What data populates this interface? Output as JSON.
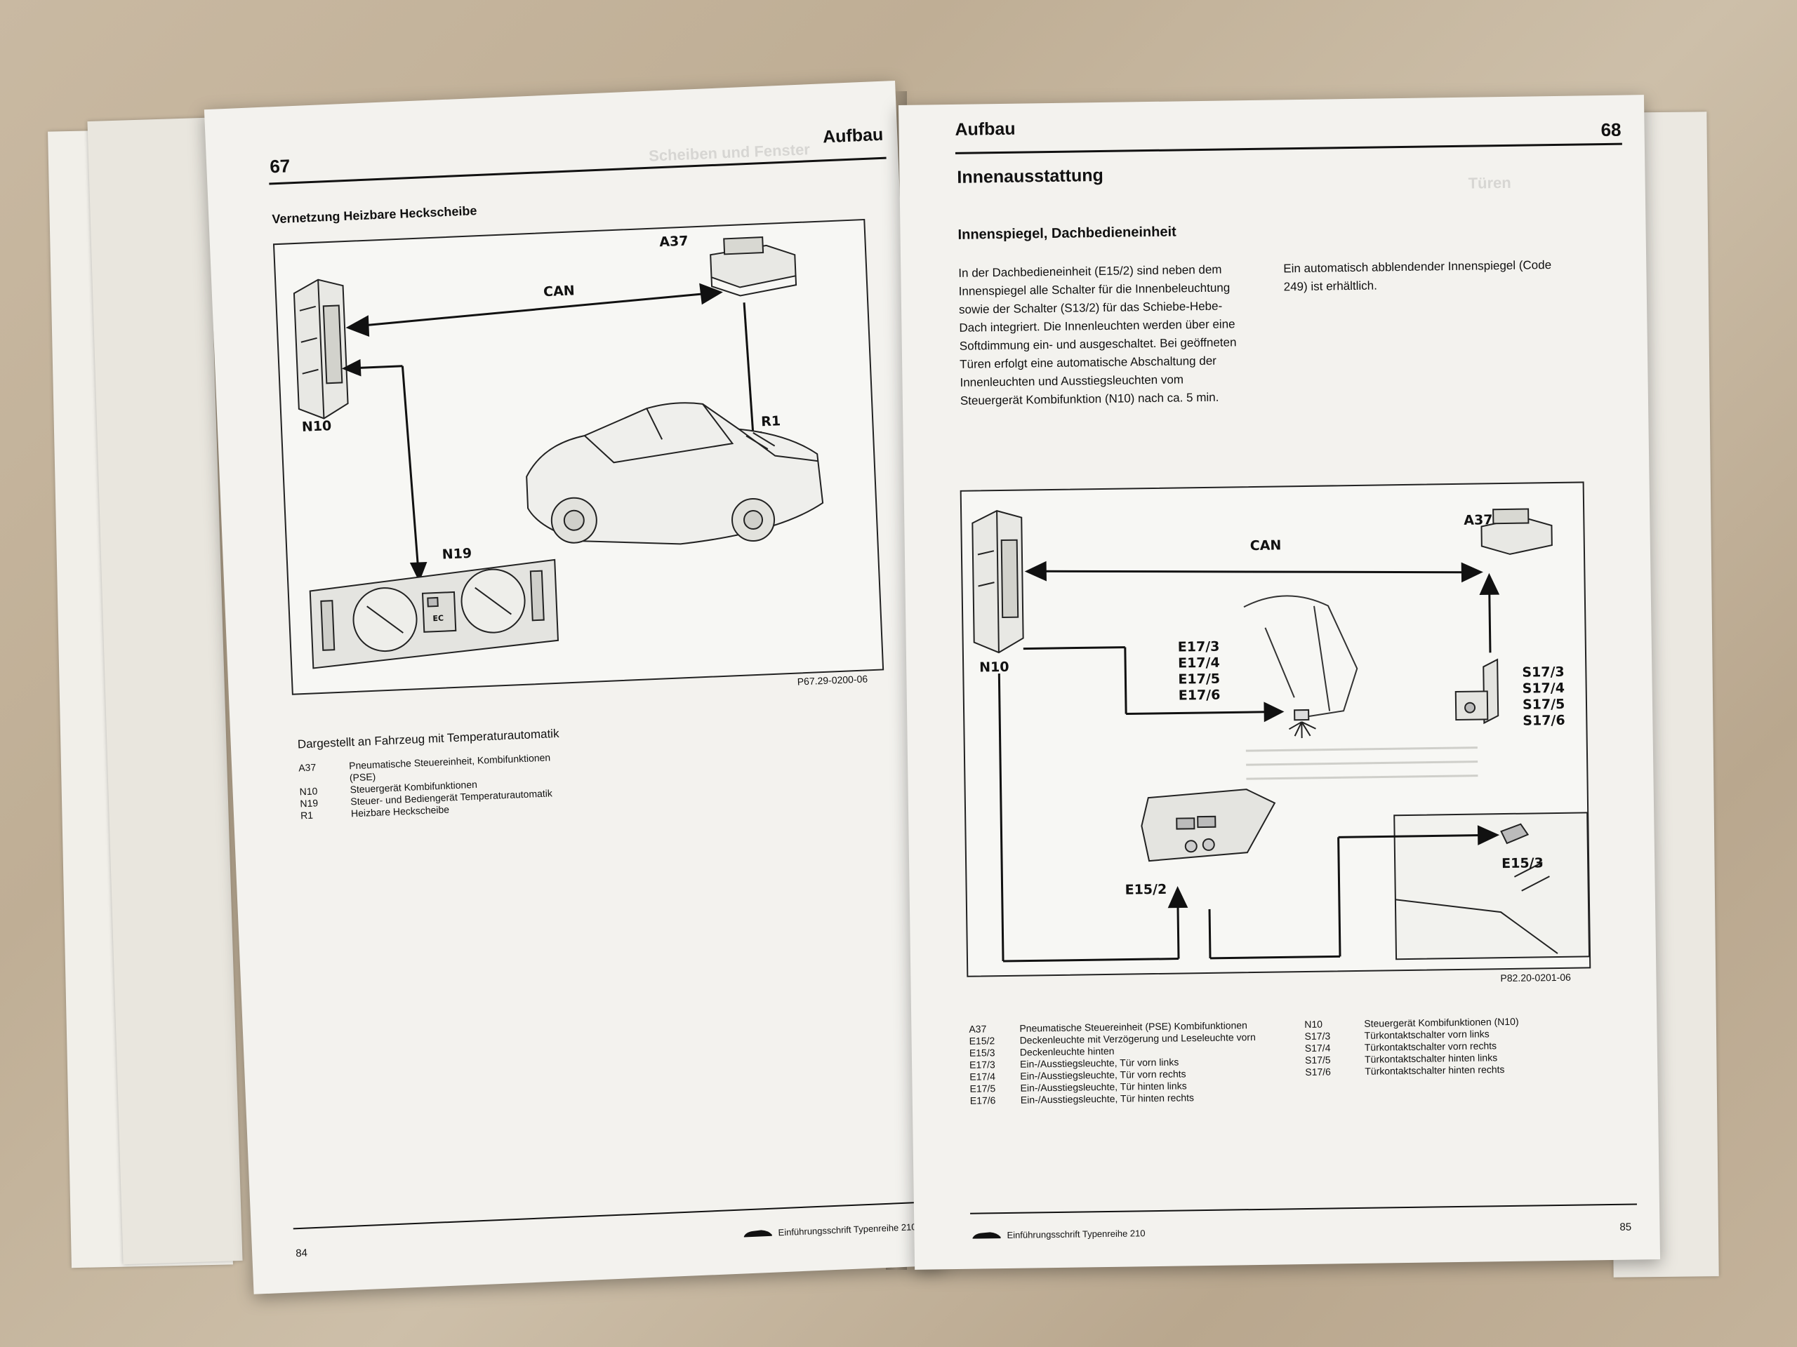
{
  "left_page": {
    "page_number": "67",
    "section": "Aufbau",
    "caption": "Vernetzung Heizbare Heckscheibe",
    "figure": {
      "labels": {
        "a37": "A37",
        "can": "CAN",
        "n10": "N10",
        "r1": "R1",
        "n19": "N19",
        "ec": "EC"
      },
      "ref": "P67.29-0200-06"
    },
    "legend_title": "Dargestellt an Fahrzeug mit Temperaturautomatik",
    "legend": [
      {
        "code": "A37",
        "desc": "Pneumatische Steuereinheit, Kombifunktionen (PSE)"
      },
      {
        "code": "N10",
        "desc": "Steuergerät Kombifunktionen"
      },
      {
        "code": "N19",
        "desc": "Steuer- und Bediengerät Temperaturautomatik"
      },
      {
        "code": "R1",
        "desc": "Heizbare Heckscheibe"
      }
    ],
    "footer_number": "84",
    "footer_title": "Einführungsschrift Typenreihe 210"
  },
  "right_page": {
    "page_number": "68",
    "section": "Aufbau",
    "heading": "Innenausstattung",
    "subheading": "Innenspiegel, Dachbedieneinheit",
    "paragraph_1": "In der Dachbedieneinheit (E15/2) sind neben dem Innenspiegel alle Schalter für die Innenbeleuchtung sowie der Schalter (S13/2) für das Schiebe-Hebe-Dach integriert. Die Innenleuchten werden über eine Softdimmung ein- und ausgeschaltet. Bei geöffneten Türen erfolgt eine automatische Abschaltung der Innenleuchten und Ausstiegsleuchten vom Steuergerät Kombifunktion (N10) nach ca. 5 min.",
    "paragraph_2": "Ein automatisch abblendender Innenspiegel (Code 249) ist erhältlich.",
    "figure": {
      "labels": {
        "a37": "A37",
        "can": "CAN",
        "n10": "N10",
        "e17": [
          "E17/3",
          "E17/4",
          "E17/5",
          "E17/6"
        ],
        "s17": [
          "S17/3",
          "S17/4",
          "S17/5",
          "S17/6"
        ],
        "e152": "E15/2",
        "e153": "E15/3"
      },
      "ref": "P82.20-0201-06"
    },
    "legend_left": [
      {
        "code": "A37",
        "desc": "Pneumatische Steuereinheit (PSE) Kombifunktionen"
      },
      {
        "code": "E15/2",
        "desc": "Deckenleuchte mit Verzögerung und Leseleuchte vorn"
      },
      {
        "code": "E15/3",
        "desc": "Deckenleuchte hinten"
      },
      {
        "code": "E17/3",
        "desc": "Ein-/Ausstiegsleuchte, Tür vorn links"
      },
      {
        "code": "E17/4",
        "desc": "Ein-/Ausstiegsleuchte, Tür vorn rechts"
      },
      {
        "code": "E17/5",
        "desc": "Ein-/Ausstiegsleuchte, Tür hinten links"
      },
      {
        "code": "E17/6",
        "desc": "Ein-/Ausstiegsleuchte, Tür hinten rechts"
      }
    ],
    "legend_right": [
      {
        "code": "N10",
        "desc": "Steuergerät Kombifunktionen (N10)"
      },
      {
        "code": "S17/3",
        "desc": "Türkontaktschalter vorn links"
      },
      {
        "code": "S17/4",
        "desc": "Türkontaktschalter vorn rechts"
      },
      {
        "code": "S17/5",
        "desc": "Türkontaktschalter hinten links"
      },
      {
        "code": "S17/6",
        "desc": "Türkontaktschalter hinten rechts"
      }
    ],
    "footer_number": "85",
    "footer_title": "Einführungsschrift Typenreihe 210"
  }
}
